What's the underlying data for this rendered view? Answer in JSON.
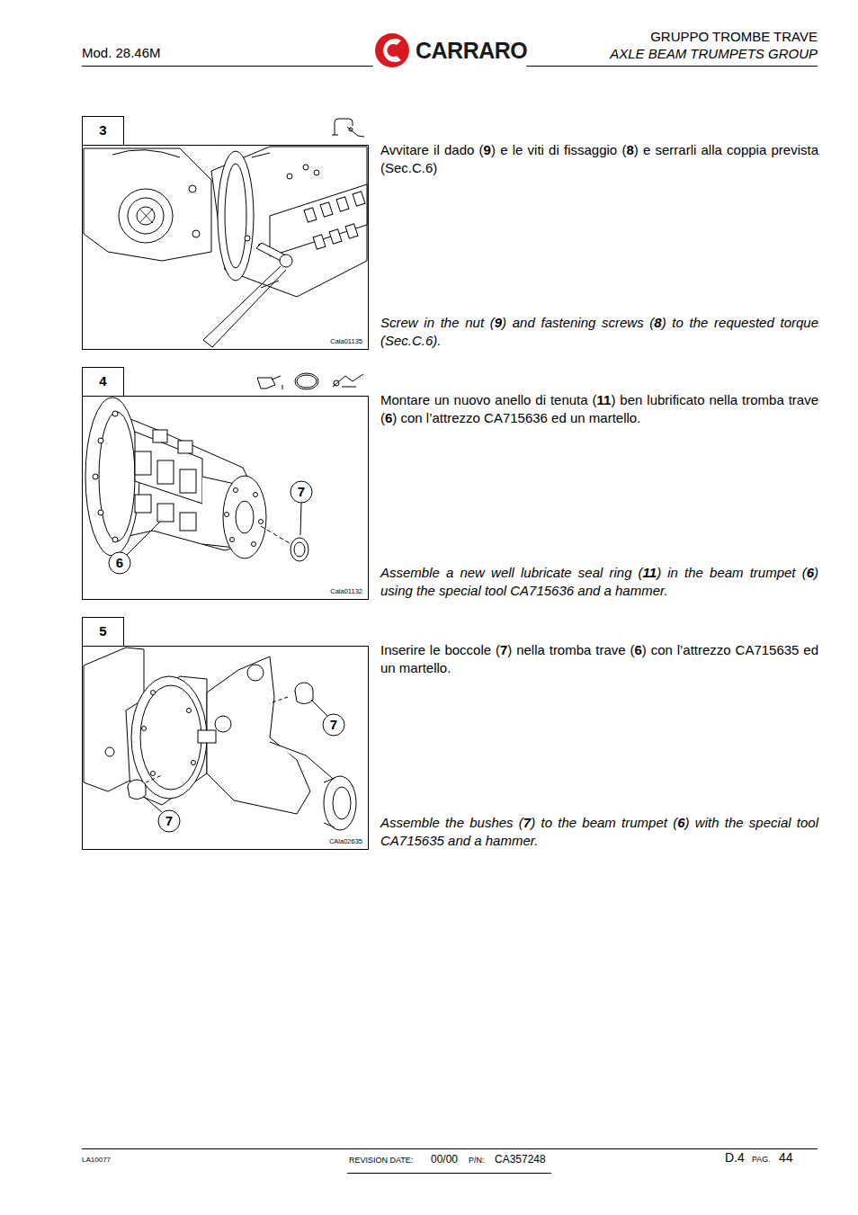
{
  "diagram": {
    "nodes": [
      {
        "text": [
          "3"
        ]
      },
      {
        "text": [
          "Cala01135"
        ]
      },
      {
        "text": [
          "4"
        ]
      },
      {
        "text": [
          "Cala01132"
        ]
      },
      {
        "text": [
          "5"
        ]
      },
      {
        "text": [
          "CAla02635"
        ]
      }
    ],
    "labels": [
      "Mod. 28.46M",
      "CARRARO",
      "GRUPPO TROMBE TRAVE",
      "AXLE BEAM TRUMPETS GROUP",
      "Avvitare il dado (9) e le viti di fissaggio (8) e serrarli alla coppia prevista (Sec.C.6)",
      "Screw in the nut (9) and fastening screws (8) to the requested torque (Sec.C.6).",
      "Montare un nuovo anello di tenuta (11) ben lubrificato nella tromba trave (6) con l’attrezzo CA715636 ed un martello.",
      "Assemble a new well lubricate seal ring (11) in the beam trumpet (6) using the special tool CA715636 and a hammer.",
      "7",
      "6",
      "Inserire le boccole (7) nella tromba trave (6) con l’attrezzo CA715635 ed un martello.",
      "Assemble the bushes (7) to the beam trumpet (6) with the special tool CA715635 and a hammer.",
      "7",
      "7",
      "LA10077",
      "REVISION DATE:",
      "00/00",
      "P/N:",
      "CA357248",
      "D.4",
      "PAG.",
      "44"
    ]
  }
}
